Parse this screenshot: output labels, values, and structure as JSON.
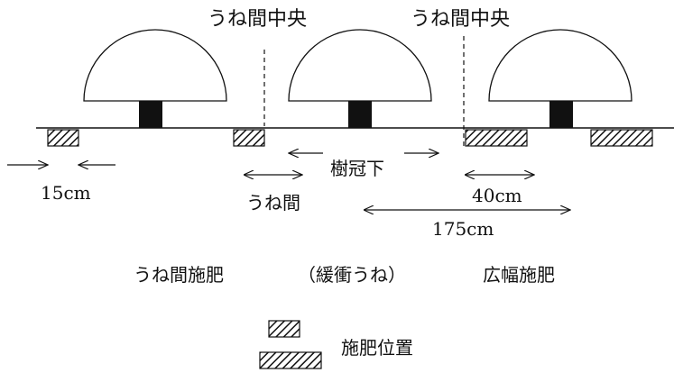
{
  "labels": {
    "center_left": "うね間中央",
    "center_right": "うね間中央",
    "under_canopy": "樹冠下",
    "between_rows": "うね間",
    "dim_15": "15cm",
    "dim_40": "40cm",
    "dim_175": "175cm",
    "caption_left": "うね間施肥",
    "caption_middle": "（緩衝うね）",
    "caption_right": "広幅施肥",
    "legend_label": "施肥位置"
  },
  "colors": {
    "line": "#111111",
    "trunk": "#111111",
    "canopy_fill": "#ffffff"
  }
}
